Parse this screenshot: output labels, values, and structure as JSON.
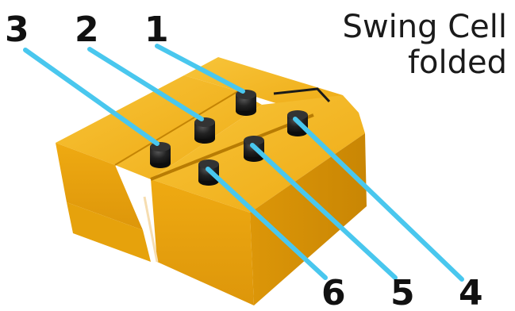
{
  "title": {
    "line1": "Swing Cell",
    "line2": "folded"
  },
  "labels": {
    "top": [
      "3",
      "2",
      "1"
    ],
    "bottom": [
      "6",
      "5",
      "4"
    ]
  },
  "colors": {
    "block_top": "#f2b21a",
    "block_front": "#e9a30d",
    "block_side": "#d18e06",
    "knob": "#1c1c1c",
    "leader_line": "#49c7ee",
    "hinge_wire": "#1a1a1a"
  }
}
